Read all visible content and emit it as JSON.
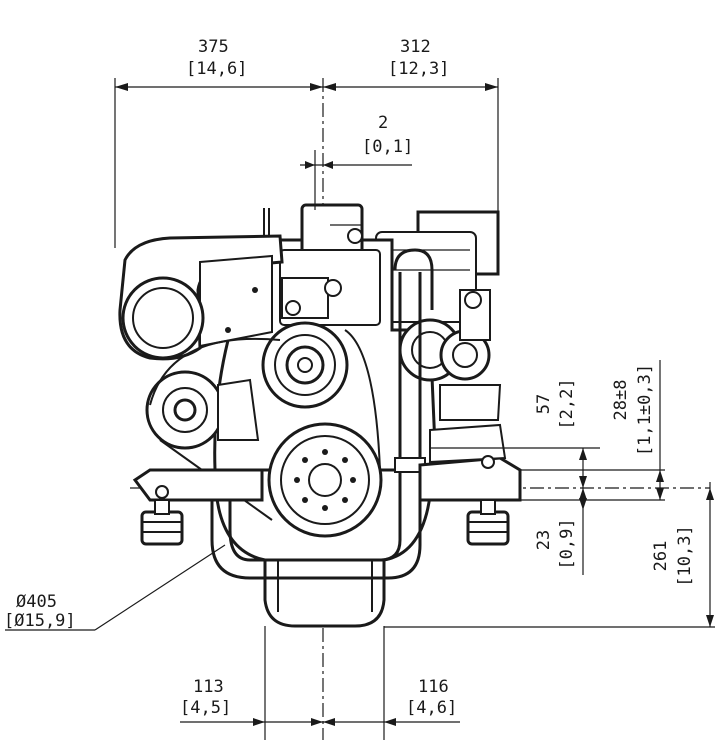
{
  "dimensions": {
    "left_width": {
      "mm": "375",
      "in": "[14,6]"
    },
    "right_width": {
      "mm": "312",
      "in": "[12,3]"
    },
    "center_offset": {
      "mm": "2",
      "in": "[0,1]"
    },
    "pulley_diameter": {
      "mm": "Ø405",
      "in": "[Ø15,9]"
    },
    "mount_rise": {
      "mm": "57",
      "in": "[2,2]"
    },
    "mount_range": {
      "mm": "28±8",
      "in": "[1,1±0,3]"
    },
    "below_mount": {
      "mm": "23",
      "in": "[0,9]"
    },
    "crank_to_bottom": {
      "mm": "261",
      "in": "[10,3]"
    },
    "sump_left": {
      "mm": "113",
      "in": "[4,5]"
    },
    "sump_right": {
      "mm": "116",
      "in": "[4,6]"
    }
  }
}
